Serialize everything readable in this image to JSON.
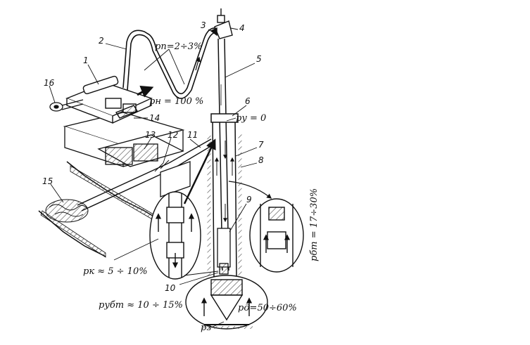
{
  "labels": {
    "n1": "1",
    "n2": "2",
    "n3": "3",
    "n4": "4",
    "n5": "5",
    "n6": "6",
    "n7": "7",
    "n8": "8",
    "n9": "9",
    "n10": "10",
    "n11": "11",
    "n12": "12",
    "n13": "13",
    "n14": "14",
    "n15": "15",
    "n16": "16"
  },
  "formulas": {
    "p_hose": "pп=2÷3%",
    "p_pump": "pн = 100 %",
    "p_head": "pу = 0",
    "p_pipe": "pбт = 17÷30%",
    "p_joint": "pк ≈ 5 ÷ 10%",
    "p_collar": "pубт ≈ 10 ÷ 15%",
    "p_bit": "pд=50÷60%",
    "p_bottom": "pз"
  },
  "colors": {
    "ink": "#111111",
    "background": "#ffffff"
  }
}
